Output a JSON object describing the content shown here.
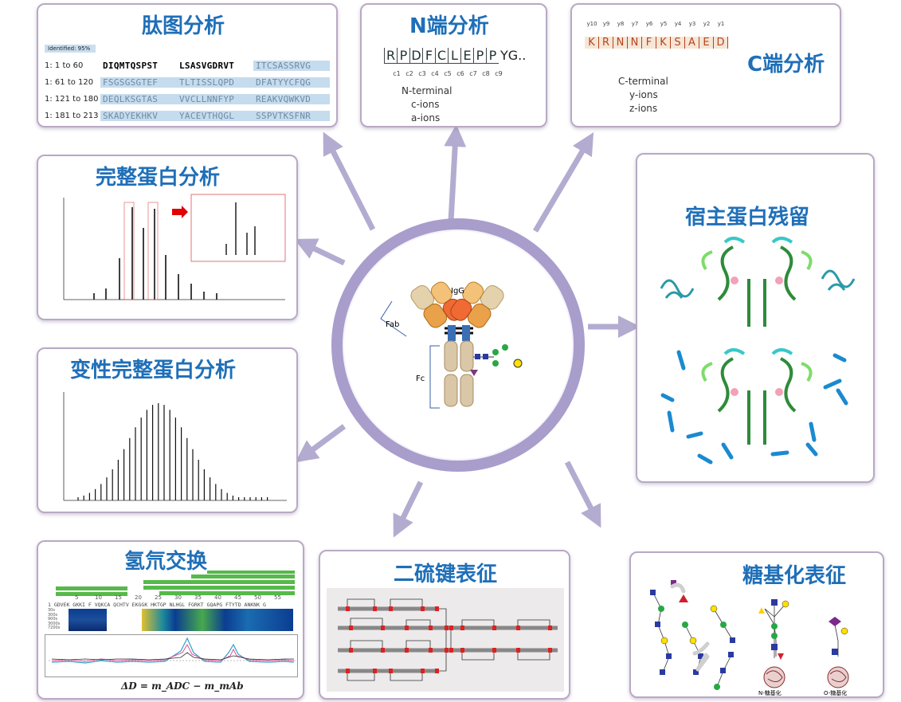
{
  "panels": {
    "peptide": {
      "title": "肽图分析",
      "identified": "Identified: 95%",
      "rows": [
        {
          "range": "1: 1 to 60",
          "seq": [
            "DIQMTQSPST",
            "LSASVGDRVT",
            "ITCSASSRVG"
          ]
        },
        {
          "range": "1: 61 to 120",
          "seq": [
            "FSGSGSGTEF",
            "TLTISSLQPD",
            "DFATYYCFQG"
          ]
        },
        {
          "range": "1: 121 to 180",
          "seq": [
            "DEQLKSGTAS",
            "VVCLLNNFYP",
            "REAKVQWKVD"
          ]
        },
        {
          "range": "1: 181 to 213",
          "seq": [
            "SKADYEKHKV",
            "YACEVTHQGL",
            "SSPVTKSFNR"
          ]
        }
      ]
    },
    "nterm": {
      "title": "N端分析",
      "sequence": [
        "R",
        "P",
        "D",
        "F",
        "C",
        "L",
        "E",
        "P",
        "P"
      ],
      "suffix": "YG..",
      "ions": [
        "c1",
        "c2",
        "c3",
        "c4",
        "c5",
        "c6",
        "c7",
        "c8",
        "c9"
      ],
      "labels": [
        "N-terminal",
        "c-ions",
        "a-ions"
      ]
    },
    "cterm": {
      "title": "C端分析",
      "ions": [
        "y10",
        "y9",
        "y8",
        "y7",
        "y6",
        "y5",
        "y4",
        "y3",
        "y2",
        "y1"
      ],
      "sequence": [
        "K",
        "R",
        "N",
        "N",
        "F",
        "K",
        "S",
        "A",
        "E",
        "D"
      ],
      "labels": [
        "C-terminal",
        "y-ions",
        "z-ions"
      ]
    },
    "intact": {
      "title": "完整蛋白分析"
    },
    "denatured": {
      "title": "变性完整蛋白分析"
    },
    "hdx": {
      "title": "氢氘交换",
      "formula": "ΔD = m_ADC − m_mAb",
      "positions": [
        "5",
        "10",
        "15",
        "20",
        "25",
        "30",
        "35",
        "40",
        "45",
        "50",
        "55"
      ],
      "sequence": "1 GDVEK GKKI F VQKCA QCHTV EKGGK HKTGP NLHGL FGRKT GQAPG FTYTD ANKNK G",
      "times": [
        "30s",
        "300s",
        "900s",
        "3000s",
        "7200s"
      ]
    },
    "disulfide": {
      "title": "二硫键表征"
    },
    "host": {
      "title": "宿主蛋白残留"
    },
    "glyco": {
      "title": "糖基化表征",
      "n_label": "N-糖基化",
      "o_label": "O-糖基化"
    },
    "center": {
      "igg": "IgG",
      "fab": "Fab",
      "fc": "Fc"
    }
  },
  "colors": {
    "title": "#1f6fb8",
    "border": "#b9a9c4",
    "arrow": "#b3acd0",
    "ring": "#a99dcc",
    "spectrum_highlight": "#e05050",
    "red_arrow": "#e00000"
  }
}
